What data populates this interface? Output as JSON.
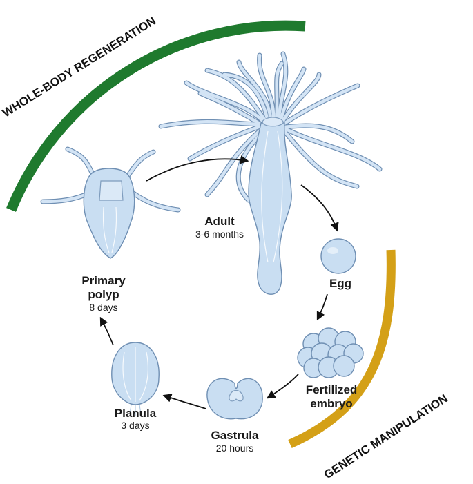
{
  "arcs": {
    "regeneration": {
      "text": "WHOLE-BODY REGENERATION",
      "color": "#1f7a2e"
    },
    "genetic": {
      "text": "GENETIC MANIPULATION",
      "color": "#d4a017"
    }
  },
  "stages": {
    "adult": {
      "name": "Adult",
      "time": "3-6 months"
    },
    "egg": {
      "name": "Egg"
    },
    "embryo": {
      "name_line1": "Fertilized",
      "name_line2": "embryo"
    },
    "gastrula": {
      "name": "Gastrula",
      "time": "20 hours"
    },
    "planula": {
      "name": "Planula",
      "time": "3 days"
    },
    "polyp": {
      "name_line1": "Primary",
      "name_line2": "polyp",
      "time": "8 days"
    }
  }
}
